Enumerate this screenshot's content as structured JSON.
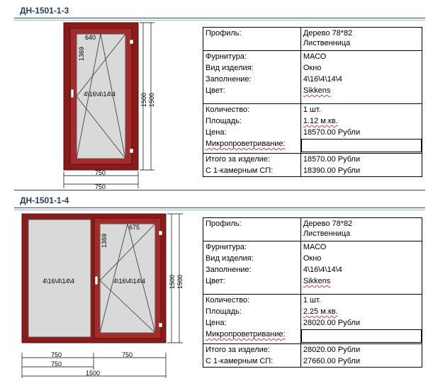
{
  "colors": {
    "frame": "#8b1a1a",
    "glass": "#d9d9d9",
    "accent": "#1f4e79"
  },
  "items": [
    {
      "code": "ДН-1501-1-3",
      "drawing": {
        "sash_width": "640",
        "sash_height": "1369",
        "glass": "4\\16\\4\\14\\4",
        "dim_w1": "750",
        "dim_w2": "750",
        "dim_h1": "1500",
        "dim_h2": "1500"
      },
      "spec": {
        "profile_label": "Профиль:",
        "profile_value_1": "Дерево 78*82",
        "profile_value_2": "Лиственница",
        "hardware_label": "Фурнитура:",
        "hardware_value": "МАСО",
        "type_label": "Вид изделия:",
        "type_value": "Окно",
        "fill_label": "Заполнение:",
        "fill_value": "4\\16\\4\\14\\4",
        "color_label": "Цвет:",
        "color_value": "Sikkens",
        "qty_label": "Количество:",
        "qty_value": "1 шт.",
        "area_label": "Площадь:",
        "area_value": "1.12 м.кв.",
        "price_label": "Цена:",
        "price_value": "18570.00 Рубли",
        "vent_label": "Микропроветривание:",
        "total_label": "Итого за изделие:",
        "total_value": "18570.00 Рубли",
        "sp_label": "С 1-камерным СП:",
        "sp_value": "18390.00 Рубли"
      }
    },
    {
      "code": "ДН-1501-1-4",
      "drawing": {
        "sash_width": "675",
        "sash_height": "1369",
        "glass_left": "4\\16\\4\\14\\4",
        "glass_right": "4\\16\\4\\14\\4",
        "dim_left": "750",
        "dim_right": "750",
        "dim_w2": "750",
        "dim_total": "1500",
        "dim_h1": "1500",
        "dim_h2": "1500"
      },
      "spec": {
        "profile_label": "Профиль:",
        "profile_value_1": "Дерево 78*82",
        "profile_value_2": "Лиственница",
        "hardware_label": "Фурнитура:",
        "hardware_value": "МАСО",
        "type_label": "Вид изделия:",
        "type_value": "Окно",
        "fill_label": "Заполнение:",
        "fill_value": "4\\16\\4\\14\\4",
        "color_label": "Цвет:",
        "color_value": "Sikkens",
        "qty_label": "Количество:",
        "qty_value": "1 шт.",
        "area_label": "Площадь:",
        "area_value": "2.25 м.кв.",
        "price_label": "Цена:",
        "price_value": "28020.00 Рубли",
        "vent_label": "Микропроветривание:",
        "total_label": "Итого за изделие:",
        "total_value": "28020.00 Рубли",
        "sp_label": "С 1-камерным СП:",
        "sp_value": "27660.00 Рубли"
      }
    }
  ]
}
